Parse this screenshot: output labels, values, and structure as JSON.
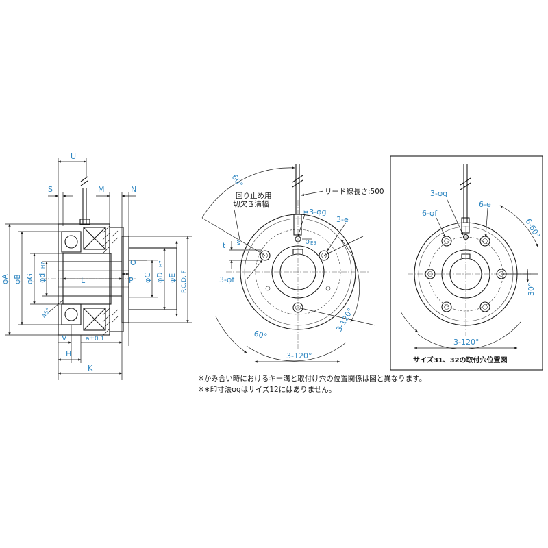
{
  "colors": {
    "label": "#2e86c1",
    "line": "#1a1a1a",
    "background": "#ffffff"
  },
  "side_view": {
    "U": "U",
    "S": "S",
    "M": "M",
    "N": "N",
    "phiA": "φA",
    "phiB": "φB",
    "phiG": "φG",
    "phid": "φd",
    "H7_d": "H7",
    "L": "L",
    "O": "O",
    "P": "P",
    "phiC": "φC",
    "phiD": "φD",
    "H7_D": "H7",
    "phiE": "φE",
    "PCD": "P.C.D. F",
    "chamfer": "45°",
    "V": "V",
    "a": "a±0.1",
    "H": "H",
    "K": "K"
  },
  "front_view": {
    "angle60_top": "60°",
    "lead_wire": "リード線長さ:500",
    "anti_rotation_line1": "回り止め用",
    "anti_rotation_line2": "切欠き溝幅",
    "hole_g": "∗3-φg",
    "tap_e": "3-e",
    "b_label": "b",
    "b_tol": "E9",
    "t": "t",
    "hole_f": "3-φf",
    "angle60_bottom": "60°",
    "angle120_right": "3-120°",
    "angle120_bottom": "3-120°"
  },
  "detail_view": {
    "hole_g": "3-φg",
    "hole_f": "6-φf",
    "tap_e": "6-e",
    "angle60": "6-60°",
    "angle30": "30°",
    "angle120": "3-120°",
    "caption": "サイズ31、32の取付穴位置図"
  },
  "notes": {
    "line1": "※かみ合い時におけるキー溝と取付け穴の位置関係は図と異なります。",
    "line2": "※∗印寸法φgはサイズ12にはありません。"
  }
}
